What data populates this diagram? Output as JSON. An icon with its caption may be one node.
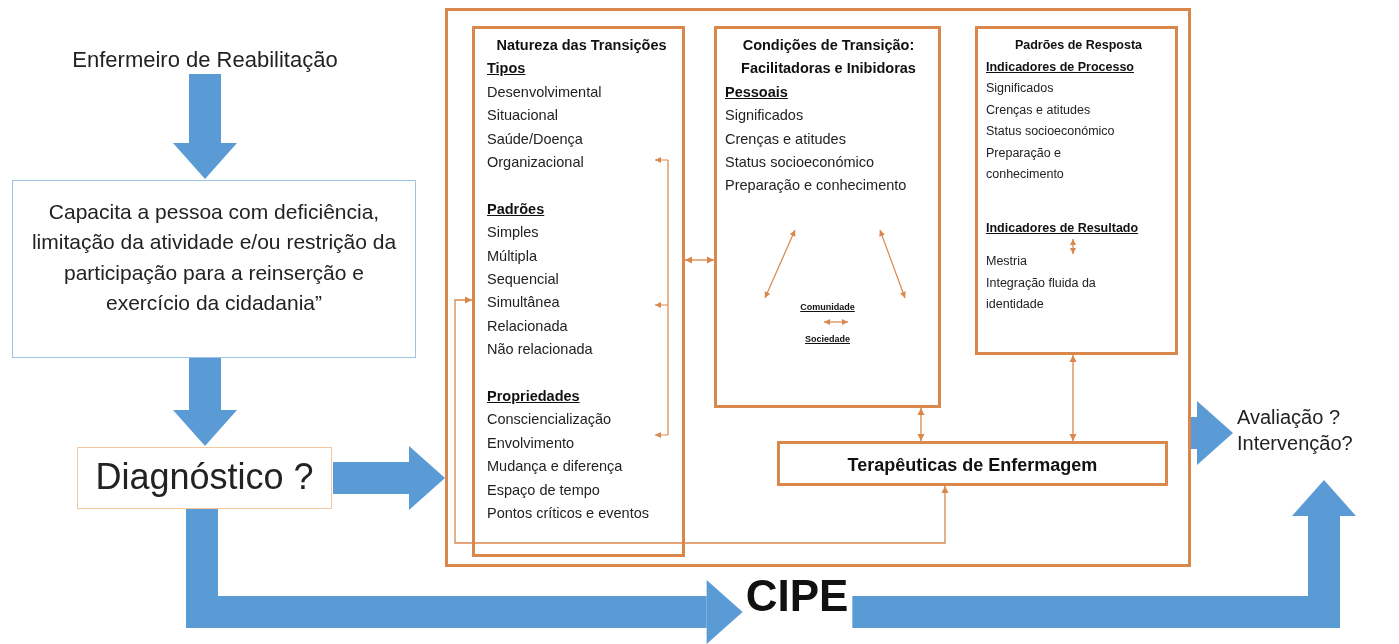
{
  "diagram": {
    "nodes": [
      {
        "text": [
          "Enfermeiro de Reabilitação"
        ]
      },
      {
        "text": [
          "Capacita a pessoa com deficiência, limitação da atividade e/ou restrição da participação para a reinserção e exercício da cidadania”"
        ]
      },
      {
        "text": [
          "Diagnóstico ?"
        ]
      },
      {
        "text": [],
        "shape": "box"
      },
      {
        "text": [
          "Natureza das Transições",
          "Tipos",
          "Desenvolvimental",
          "Situacional",
          "Saúde/Doença",
          "Organizacional",
          "Padrões",
          "Simples",
          "Múltipla",
          "Sequencial",
          "Simultânea",
          "Relacionada",
          "Não relacionada",
          "Propriedades",
          "Consciencialização",
          "Envolvimento",
          "Mudança e diferença",
          "Espaço de tempo",
          "Pontos críticos e eventos"
        ],
        "in": 3
      },
      {
        "text": [
          "Condições de Transição: Facilitadoras e Inibidoras",
          "Pessoais",
          "Significados",
          "Crenças e atitudes",
          "Status socioeconómico",
          "Preparação e conhecimento",
          "Comunidade",
          "Sociedade"
        ],
        "in": 3
      },
      {
        "text": [
          "Padrões de Resposta",
          "Indicadores de Processo",
          "Significados",
          "Crenças e atitudes",
          "Status socioeconómico",
          "Preparação e conhecimento",
          "Indicadores de Resultado",
          "Mestria",
          "Integração fluida da identidade"
        ],
        "in": 3
      },
      {
        "text": [
          "Terapêuticas de Enfermagem"
        ],
        "in": 3
      },
      {
        "text": [
          "Avaliação ? Intervenção?"
        ]
      },
      {
        "text": [
          "CIPE"
        ]
      }
    ],
    "edges": [
      {
        "from": 0,
        "to": 1,
        "arrow": "to"
      },
      {
        "from": 1,
        "to": 2,
        "arrow": "to"
      },
      {
        "from": 2,
        "to": 3,
        "arrow": "to"
      },
      {
        "from": 2,
        "to": 9,
        "arrow": "to"
      },
      {
        "from": 9,
        "to": 8,
        "arrow": "to"
      },
      {
        "from": 3,
        "to": 8,
        "arrow": "to"
      },
      {
        "from": 4,
        "to": 5,
        "arrow": "both",
        "color": "#d9874a"
      },
      {
        "from": 5,
        "to": 7,
        "arrow": "both",
        "color": "#d9874a"
      },
      {
        "from": 6,
        "to": 7,
        "arrow": "both",
        "color": "#d9874a"
      },
      {
        "from": 4,
        "to": 7,
        "arrow": "both",
        "color": "#d9874a"
      }
    ]
  }
}
